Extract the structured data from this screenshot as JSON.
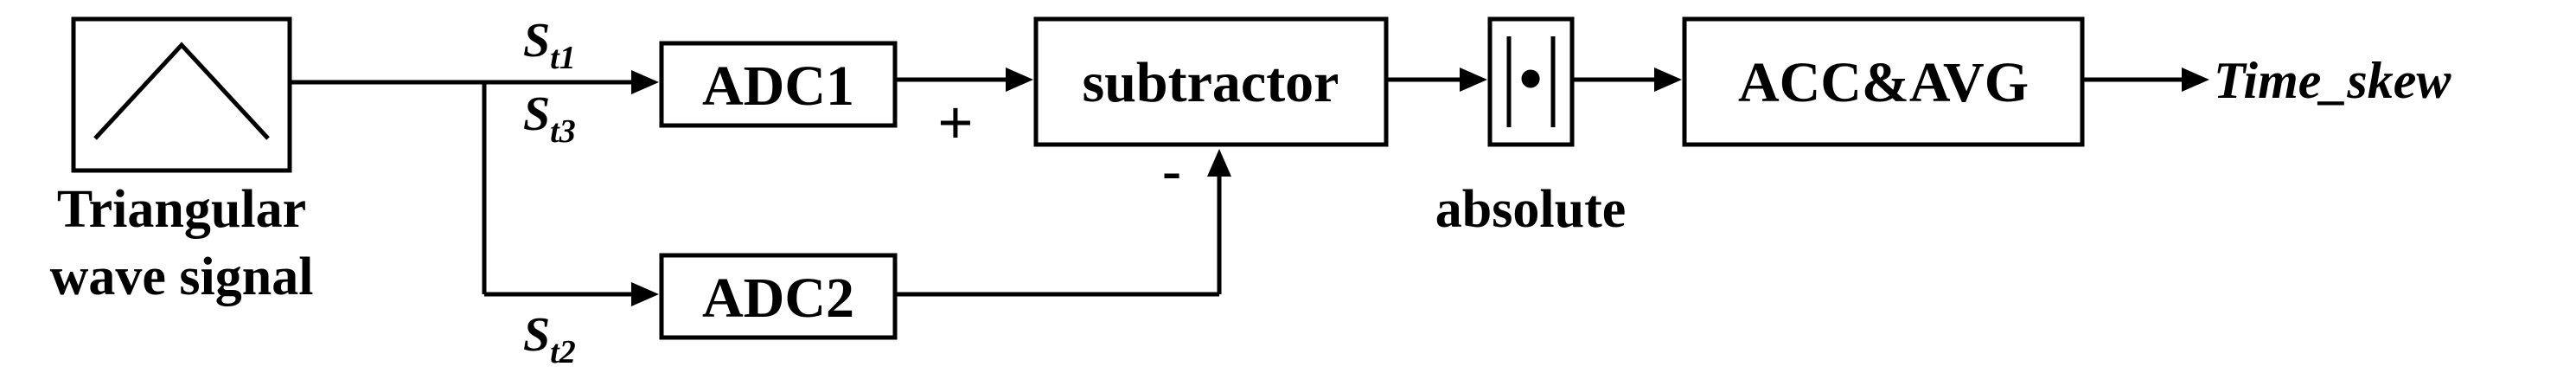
{
  "source": {
    "caption_line1": "Triangular",
    "caption_line2": "wave signal"
  },
  "signals": {
    "s_t1": {
      "main": "S",
      "sub": "t1"
    },
    "s_t3": {
      "main": "S",
      "sub": "t3"
    },
    "s_t2": {
      "main": "S",
      "sub": "t2"
    }
  },
  "blocks": {
    "adc1": "ADC1",
    "adc2": "ADC2",
    "subtractor": "subtractor",
    "absolute_symbol": "•",
    "absolute_caption": "absolute",
    "acc_avg": "ACC&AVG"
  },
  "signs": {
    "plus": "+",
    "minus": "-"
  },
  "output": {
    "label": "Time_skew"
  }
}
